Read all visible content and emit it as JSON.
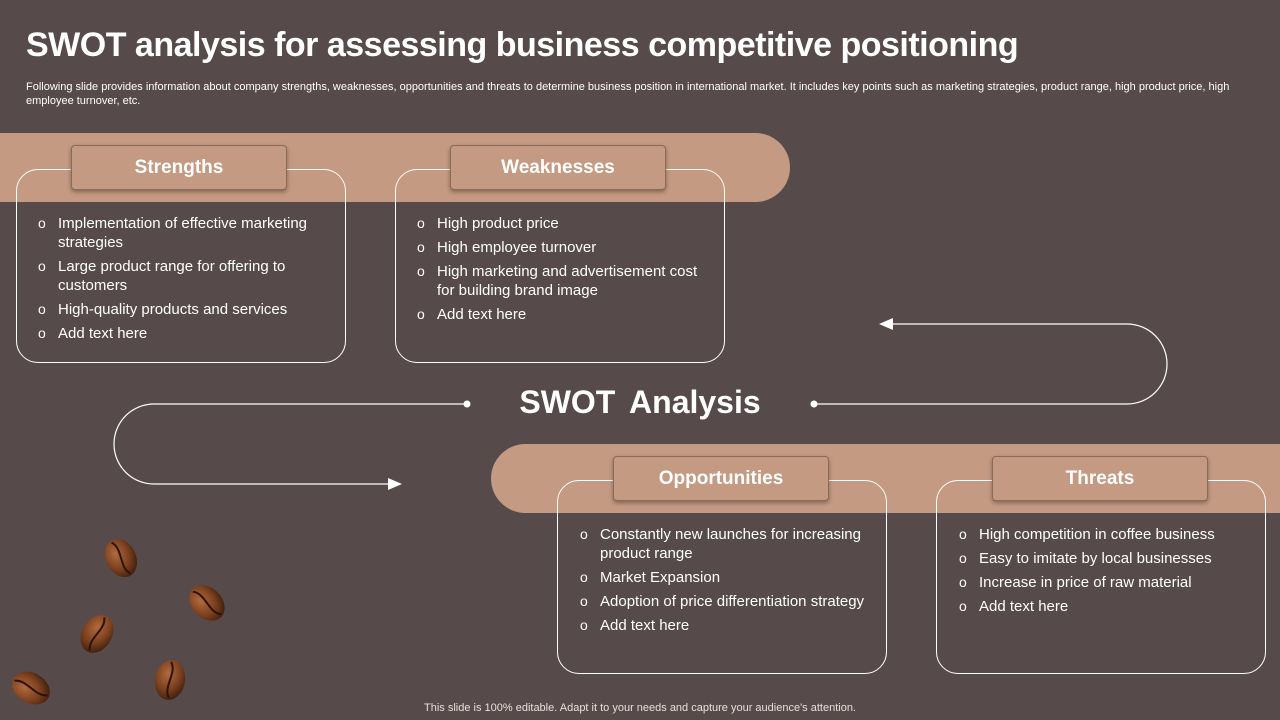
{
  "slide": {
    "title": "SWOT analysis for assessing business competitive positioning",
    "subtitle": "Following slide provides information about company strengths, weaknesses, opportunities and threats to determine business position in international market. It includes key points such as marketing strategies, product range, high product price, high employee turnover, etc.",
    "center_title": "SWOT  Analysis",
    "footer": "This slide is 100% editable. Adapt it to your needs and capture your audience's attention."
  },
  "bullet": "o",
  "strengths": {
    "label": "Strengths",
    "items": [
      "Implementation  of effective marketing strategies",
      "Large product range for offering to customers",
      "High-quality products and services",
      "Add text here"
    ]
  },
  "weaknesses": {
    "label": "Weaknesses",
    "items": [
      "High product price",
      "High employee turnover",
      "High marketing and advertisement cost for building brand image",
      "Add text here"
    ]
  },
  "opportunities": {
    "label": "Opportunities",
    "items": [
      "Constantly  new launches  for increasing product range",
      "Market Expansion",
      "Adoption of price differentiation strategy",
      "Add text here"
    ]
  },
  "threats": {
    "label": "Threats",
    "items": [
      "High competition in coffee business",
      "Easy to imitate by local businesses",
      "Increase  in price of raw material",
      "Add text here"
    ]
  },
  "colors": {
    "background": "#564a4a",
    "accent": "#c49a82",
    "text": "#ffffff"
  },
  "decorations": {
    "bean_icon": "coffee-bean-icon",
    "arrow_icon": "arrow-head-icon"
  }
}
